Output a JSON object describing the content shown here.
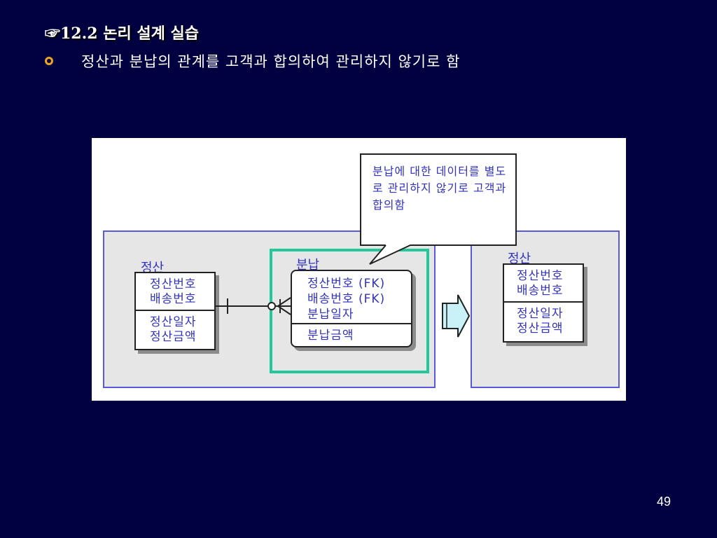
{
  "slide": {
    "title": "☞12.2 논리 설계 실습",
    "bullet": "정산과 분납의 관계를 고객과 합의하여 관리하지 않기로 함",
    "page_number": "49"
  },
  "diagram": {
    "callout_text": "분납에 대한 데이터를 별도로 관리하지 않기로 고객과 합의함",
    "left_entity": {
      "label": "정산",
      "key_attrs": [
        "정산번호",
        "배송번호"
      ],
      "attrs": [
        "정산일자",
        "정산금액"
      ]
    },
    "middle_entity": {
      "label": "분납",
      "key_attrs": [
        "정산번호 (FK)",
        "배송번호 (FK)",
        "분납일자"
      ],
      "attrs": [
        "분납금액"
      ]
    },
    "right_entity": {
      "label": "정산",
      "key_attrs": [
        "정산번호",
        "배송번호"
      ],
      "attrs": [
        "정산일자",
        "정산금액"
      ]
    }
  }
}
